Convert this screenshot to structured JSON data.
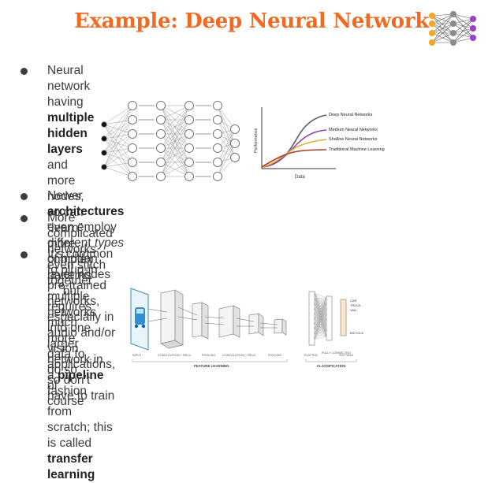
{
  "slide": {
    "title": "Example: Deep Neural Network"
  },
  "bullets": [
    {
      "pre": "Neural network having ",
      "bold": "multiple hidden layers",
      "post_line1": " and more nodes, so can “learn”",
      "line2": "more complex patterns … but requires much more data to do so, of course"
    },
    {
      "pre": "Newer ",
      "bold": "architectures",
      "mid": " even employ different ",
      "italic": "types",
      "post": " of hidden layer nodes"
    },
    {
      "line1": "More complicated networks even stitch together multiple networks into one",
      "pre2": "larger network in a ",
      "bold": "pipeline",
      "post2": " fashion"
    },
    {
      "line1": "It’s common to plug-in pre-trained networks, especially in audio and/or vision",
      "pre2": "applications, so don’t have to train from scratch; this is called ",
      "bold": "transfer learning"
    }
  ],
  "perf_chart": {
    "ylabel": "Performance",
    "xlabel": "Data",
    "series": [
      {
        "name": "Deep Neural Networks",
        "color": "#5a5a70"
      },
      {
        "name": "Medium Neural Networks",
        "color": "#8e44ad"
      },
      {
        "name": "Shallow Neural Networks",
        "color": "#e0b030"
      },
      {
        "name": "Traditional Machine Learning",
        "color": "#b03a2e"
      }
    ]
  },
  "cnn": {
    "labels": [
      "INPUT",
      "CONVOLUTION + RELU",
      "POOLING",
      "CONVOLUTION + RELU",
      "POOLING",
      "FLATTEN",
      "FULLY CONNECTED",
      "SOFTMAX"
    ],
    "groups": [
      "FEATURE LEARNING",
      "CLASSIFICATION"
    ],
    "outputs": [
      "CAR",
      "TRUCK",
      "VAN",
      "BICYCLE"
    ]
  },
  "colors": {
    "accent": "#f26a21",
    "text": "#3d3d3d"
  }
}
